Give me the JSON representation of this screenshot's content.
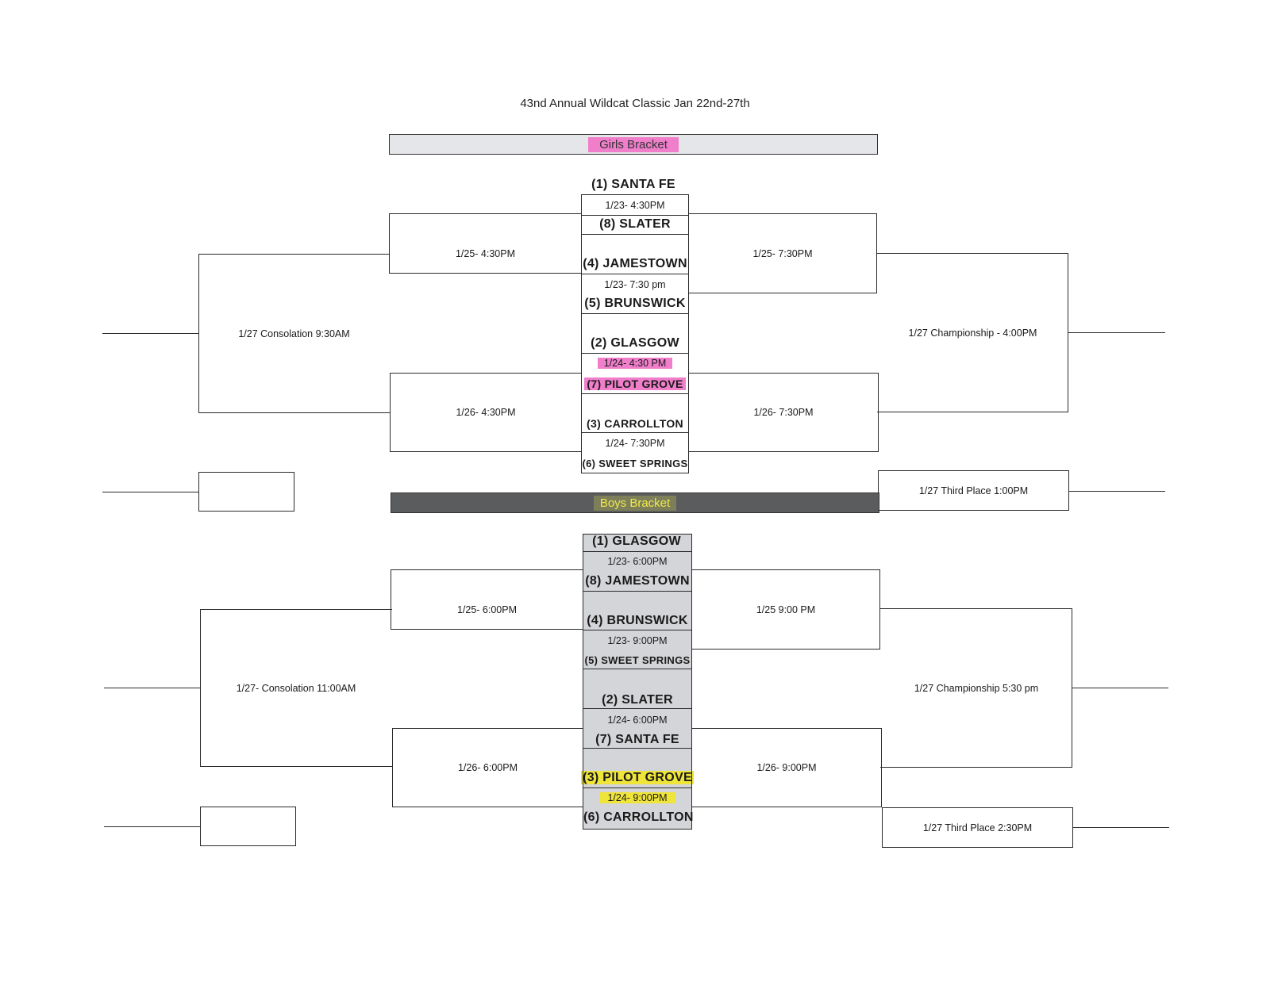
{
  "title": "43nd Annual Wildcat Classic Jan 22nd-27th",
  "girls": {
    "banner": "Girls Bracket",
    "teams": [
      "(1) SANTA FE",
      "(8) SLATER",
      "(4) JAMESTOWN",
      "(5) BRUNSWICK",
      "(2) GLASGOW",
      "(7) PILOT GROVE",
      "(3) CARROLLTON",
      "(6) SWEET SPRINGS"
    ],
    "first_round_times": [
      "1/23- 4:30PM",
      "1/23- 7:30 pm",
      "1/24- 4:30 PM",
      "1/24- 7:30PM"
    ],
    "semis_left": [
      "1/25- 4:30PM",
      "1/26- 4:30PM"
    ],
    "semis_right": [
      "1/25- 7:30PM",
      "1/26- 7:30PM"
    ],
    "consolation": "1/27 Consolation 9:30AM",
    "championship": "1/27 Championship - 4:00PM",
    "third_place": "1/27 Third Place 1:00PM"
  },
  "boys": {
    "banner": "Boys Bracket",
    "teams": [
      "(1) GLASGOW",
      "(8) JAMESTOWN",
      "(4) BRUNSWICK",
      "(5) SWEET SPRINGS",
      "(2) SLATER",
      "(7) SANTA FE",
      "(3) PILOT GROVE",
      "(6) CARROLLTON"
    ],
    "first_round_times": [
      "1/23- 6:00PM",
      "1/23- 9:00PM",
      "1/24- 6:00PM",
      "1/24- 9:00PM"
    ],
    "semis_left": [
      "1/25- 6:00PM",
      "1/26- 6:00PM"
    ],
    "semis_right": [
      "1/25 9:00 PM",
      "1/26- 9:00PM"
    ],
    "consolation": "1/27- Consolation 11:00AM",
    "championship": "1/27 Championship 5:30 pm",
    "third_place": "1/27 Third Place 2:30PM"
  },
  "colors": {
    "girls_highlight": "#f07ecb",
    "boys_highlight": "#eee43a",
    "boys_banner": "#5a5c5e",
    "boys_column": "#d3d5d8"
  }
}
